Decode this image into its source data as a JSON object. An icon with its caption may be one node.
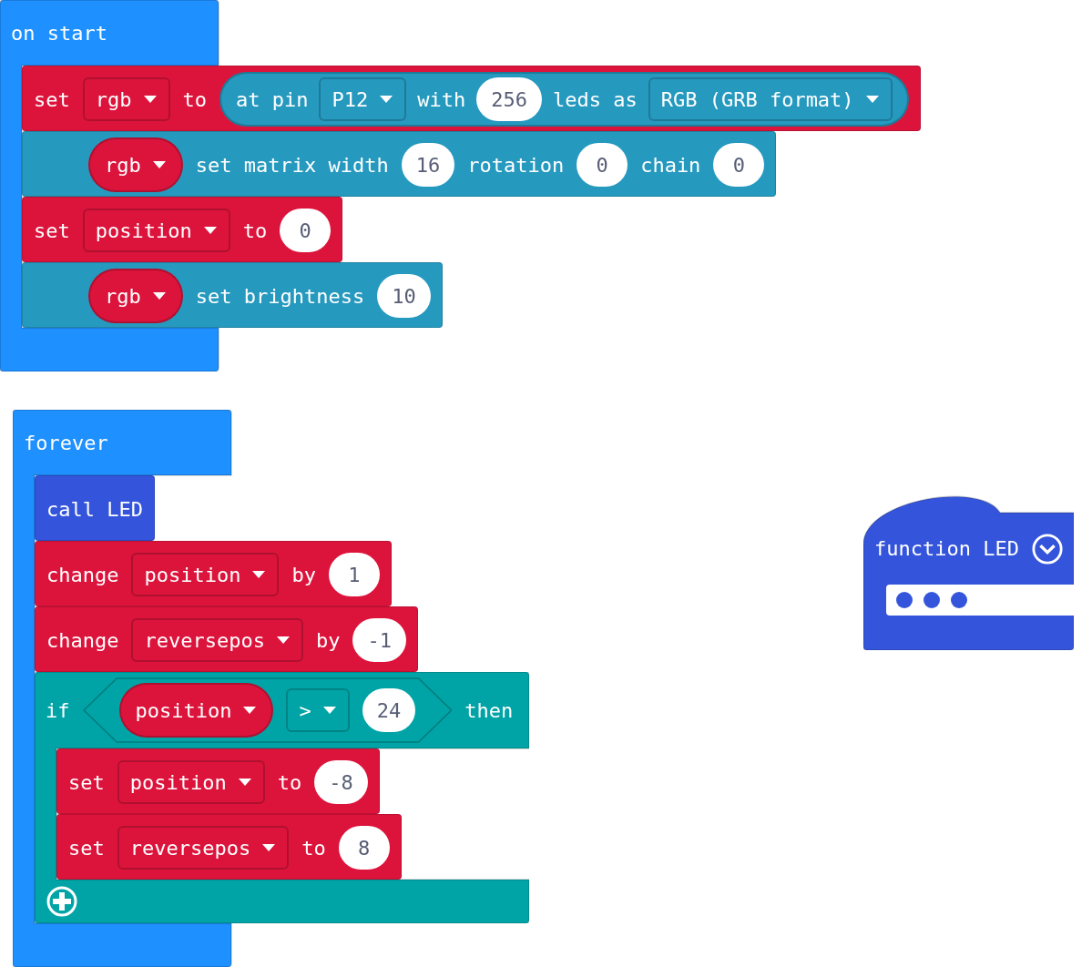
{
  "diagram": {
    "nodes": [
      {
        "text": [
          "on start"
        ]
      },
      {
        "text": [
          "set",
          "to"
        ]
      },
      {
        "text": [
          "rgb"
        ],
        "in": 1
      },
      {
        "text": [
          "at pin",
          "with",
          "leds as"
        ],
        "in": 1
      },
      {
        "text": [
          "P12"
        ],
        "in": 3
      },
      {
        "text": [
          "256"
        ],
        "in": 3
      },
      {
        "text": [
          "RGB (GRB format)"
        ],
        "in": 3
      },
      {
        "text": [
          "set matrix width",
          "rotation",
          "chain"
        ]
      },
      {
        "text": [
          "rgb"
        ],
        "in": 7
      },
      {
        "text": [
          "16"
        ],
        "in": 7
      },
      {
        "text": [
          "0"
        ],
        "in": 7
      },
      {
        "text": [
          "0"
        ],
        "in": 7
      },
      {
        "text": [
          "set",
          "to"
        ]
      },
      {
        "text": [
          "position"
        ],
        "in": 12
      },
      {
        "text": [
          "0"
        ],
        "in": 12
      },
      {
        "text": [
          "set brightness"
        ]
      },
      {
        "text": [
          "rgb"
        ],
        "in": 15
      },
      {
        "text": [
          "10"
        ],
        "in": 15
      },
      {
        "text": [
          "forever"
        ]
      },
      {
        "text": [
          "call LED"
        ],
        "in": 18
      },
      {
        "text": [
          "change",
          "by"
        ]
      },
      {
        "text": [
          "position"
        ],
        "in": 20
      },
      {
        "text": [
          "1"
        ],
        "in": 20
      },
      {
        "text": [
          "change",
          "by"
        ]
      },
      {
        "text": [
          "reversepos"
        ],
        "in": 23
      },
      {
        "text": [
          "-1"
        ],
        "in": 23
      },
      {
        "text": [
          "if",
          "then"
        ]
      },
      {
        "text": [],
        "shape": "hexagon",
        "in": 26
      },
      {
        "text": [
          "position"
        ],
        "in": 27
      },
      {
        "text": [
          ">"
        ],
        "in": 27
      },
      {
        "text": [
          "24"
        ],
        "in": 27
      },
      {
        "text": [
          "set",
          "to"
        ],
        "in": 26
      },
      {
        "text": [
          "position"
        ],
        "in": 31
      },
      {
        "text": [
          "-8"
        ],
        "in": 31
      },
      {
        "text": [
          "set",
          "to"
        ],
        "in": 26
      },
      {
        "text": [
          "reversepos"
        ],
        "in": 34
      },
      {
        "text": [
          "8"
        ],
        "in": 34
      },
      {
        "text": [
          "function LED"
        ]
      }
    ]
  }
}
